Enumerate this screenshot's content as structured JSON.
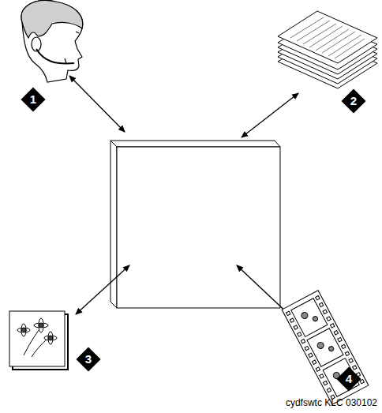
{
  "diagram": {
    "labels": [
      "1",
      "2",
      "3",
      "4",
      "cydfswtc KLC 030102"
    ]
  }
}
